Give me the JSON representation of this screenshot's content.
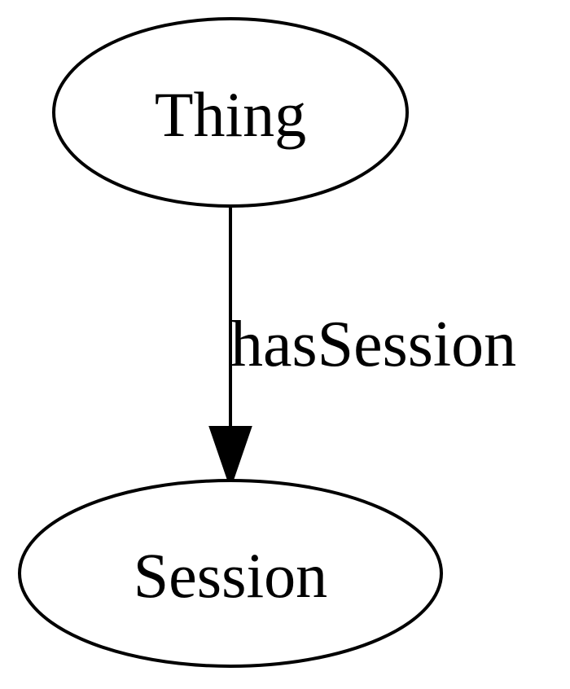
{
  "diagram": {
    "type": "directed-graph",
    "nodes": {
      "thing": {
        "label": "Thing"
      },
      "session": {
        "label": "Session"
      }
    },
    "edges": [
      {
        "from": "Thing",
        "to": "Session",
        "label": "hasSession"
      }
    ],
    "colors": {
      "stroke": "#000000",
      "fill": "#ffffff",
      "text": "#000000"
    }
  }
}
